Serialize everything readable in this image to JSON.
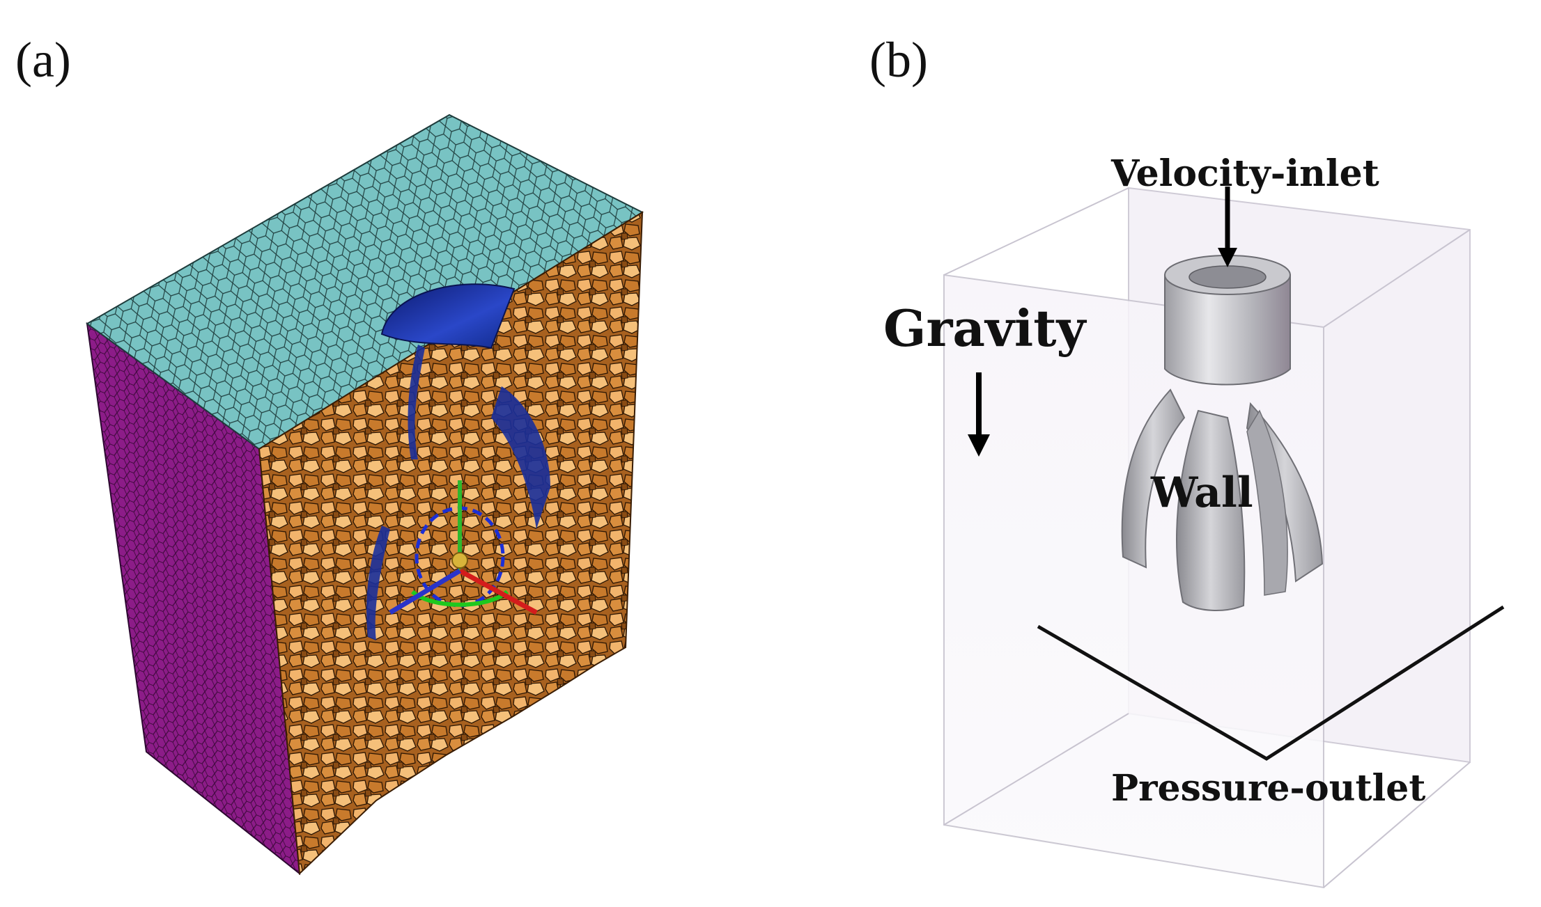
{
  "panels": {
    "a": {
      "label": "(a)"
    },
    "b": {
      "label": "(b)",
      "labels": {
        "velocity_inlet": "Velocity-inlet",
        "gravity": "Gravity",
        "wall": "Wall",
        "pressure_outlet": "Pressure-outlet"
      }
    }
  },
  "colors": {
    "top_mesh": "#78c3c3",
    "side_mesh": "#8c1c88",
    "cut_cells": "#c87a2c",
    "cut_cells_light": "#f2b46c",
    "cavity": "#1a2f9a",
    "box_edge": "#c8c8d2",
    "nozzle": "#b9b9bf",
    "arrow": "#000000"
  }
}
